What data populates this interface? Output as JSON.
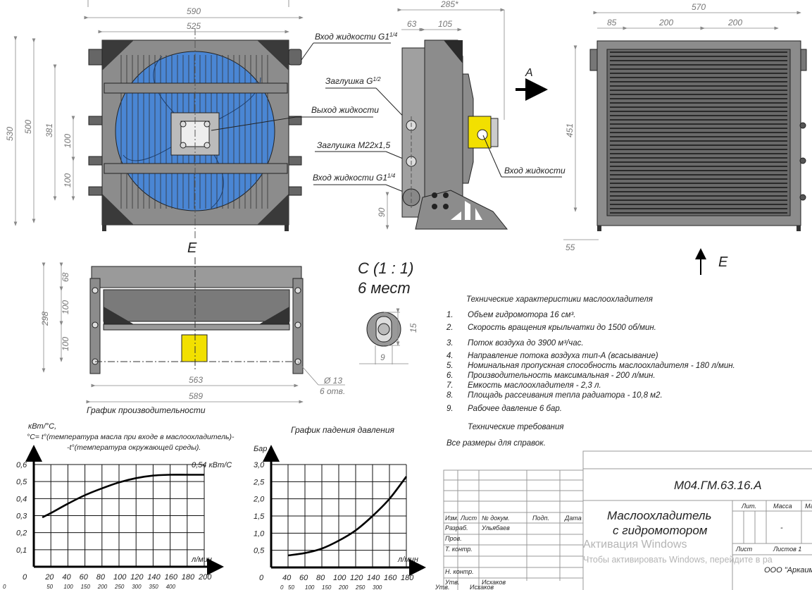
{
  "front_view": {
    "dims": {
      "overall_width": "590",
      "frame_width": "525",
      "overall_height": "530",
      "frame_height": "500",
      "port_span": "381",
      "port_step_1": "100",
      "port_step_2": "100"
    },
    "callouts": {
      "inlet_top": "Вход жидкости G1",
      "inlet_top_frac": "1/4",
      "plug_g": "Заглушка G",
      "plug_g_frac": "1/2",
      "outlet": "Выход жидкости",
      "plug_m22": "Заглушка М22х1,5",
      "inlet_bottom": "Вход жидкости G1",
      "inlet_bottom_frac": "1/4"
    }
  },
  "side_view": {
    "dims": {
      "depth": "285*",
      "core": "63",
      "fan": "105",
      "foot": "90"
    },
    "motor_callout": "Вход жидкости",
    "view_arrow": "A"
  },
  "rear_view": {
    "dims": {
      "width": "570",
      "offset": "85",
      "pitch_1": "200",
      "pitch_2": "200",
      "height": "451",
      "foot": "55"
    },
    "view_arrow": "E"
  },
  "bottom_view": {
    "title": "E",
    "dims": {
      "top": "68",
      "step_1": "100",
      "step_2": "100",
      "height": "298",
      "holes_span": "563",
      "width": "589"
    },
    "hole_note": "Ø 13",
    "hole_count": "6 отв."
  },
  "detail_c": {
    "title": "C (1 : 1)",
    "subtitle": "6 мест",
    "dim_h": "15",
    "dim_w": "9"
  },
  "specs": {
    "title": "Технические характеристики маслоохладителя",
    "items": [
      {
        "n": "1.",
        "text": "Объем гидромотора 16 см³."
      },
      {
        "n": "2.",
        "text": "Скорость вращения крыльчатки до 1500 об/мин."
      },
      {
        "n": "3.",
        "text": "Поток воздуха до 3900 м³/час."
      },
      {
        "n": "4.",
        "text": "Направление потока воздуха тип-А (всасывание)"
      },
      {
        "n": "5.",
        "text": "Номинальная пропускная способность маслоохладителя - 180 л/мин."
      },
      {
        "n": "6.",
        "text": "Производительность максимальная - 200 л/мин."
      },
      {
        "n": "7.",
        "text": "Емкость маслоохладителя - 2,3 л."
      },
      {
        "n": "8.",
        "text": "Площадь рассеивания тепла радиатора - 10,8 м2."
      },
      {
        "n": "9.",
        "text": "Рабочее давление 6 бар."
      }
    ],
    "req_title": "Технические требования",
    "req_text": "Все размеры для справок."
  },
  "title_block": {
    "code": "М04.ГМ.63.16.А",
    "name_1": "Маслоохладитель",
    "name_2": "с гидромотором",
    "cols": [
      "Изм.",
      "Лист",
      "№ докум.",
      "Подп.",
      "Дата"
    ],
    "rows": [
      {
        "role": "Разраб.",
        "name": "Ульябаев"
      },
      {
        "role": "Пров.",
        "name": ""
      },
      {
        "role": "Т. контр.",
        "name": ""
      },
      {
        "role": "",
        "name": ""
      },
      {
        "role": "Н. контр.",
        "name": ""
      },
      {
        "role": "Утв.",
        "name": "Исхаков"
      }
    ],
    "lit": "Лит.",
    "mass": "Масса",
    "scale": "Ма",
    "mass_value": "-",
    "sheet": "Лист",
    "sheets": "Листов 1",
    "company": "ООО \"Аркаим\"",
    "footer_role": "Утв.",
    "footer_name": "Исхаков"
  },
  "watermark": {
    "line_1": "Активация Windows",
    "line_2": "Чтобы активировать Windows, перейдите в ра"
  },
  "colors": {
    "fan_blue": "#3f7fce",
    "motor_yellow": "#f2e000",
    "metal": "#8c8c8c",
    "metal_dark": "#3a3a3a"
  },
  "chart_data": [
    {
      "type": "line",
      "title": "График производительности",
      "ylabel": "кВт/°С,",
      "ylabel_note_1": "°С= t°(температура масла при входе в маслоохладитель)-",
      "ylabel_note_2": "-t°(температура окружающей среды).",
      "xlabel": "л/мин",
      "annotation": "0,54 кВт/С",
      "xlim": [
        0,
        200
      ],
      "ylim": [
        0,
        0.6
      ],
      "origin_label": "0",
      "xticks": [
        20,
        40,
        60,
        80,
        100,
        120,
        140,
        160,
        180,
        200
      ],
      "xtick_labels": [
        "20",
        "40",
        "60",
        "80",
        "100",
        "120",
        "140",
        "160",
        "180",
        "200"
      ],
      "secondary_origin": "0",
      "secondary_xtick_labels": [
        "50",
        "100",
        "150",
        "200",
        "250",
        "300",
        "350",
        "400"
      ],
      "yticks": [
        0.1,
        0.2,
        0.3,
        0.4,
        0.5,
        0.6
      ],
      "ytick_labels": [
        "0,1",
        "0,2",
        "0,3",
        "0,4",
        "0,5",
        "0,6"
      ],
      "grid": true,
      "series": [
        {
          "name": "performance",
          "x": [
            10,
            20,
            40,
            60,
            80,
            100,
            120,
            140,
            160,
            180,
            200
          ],
          "y": [
            0.29,
            0.315,
            0.37,
            0.42,
            0.46,
            0.495,
            0.52,
            0.535,
            0.54,
            0.54,
            0.54
          ]
        }
      ]
    },
    {
      "type": "line",
      "title": "График падения давления",
      "ylabel": "Бар",
      "xlabel": "л/мин",
      "xlim": [
        20,
        180
      ],
      "ylim": [
        0,
        3.0
      ],
      "origin_label": "0",
      "xticks": [
        40,
        60,
        80,
        100,
        120,
        140,
        160,
        180
      ],
      "xtick_labels": [
        "40",
        "60",
        "80",
        "100",
        "120",
        "140",
        "160",
        "180"
      ],
      "secondary_origin": "0",
      "secondary_xtick_labels": [
        "50",
        "100",
        "150",
        "200",
        "250",
        "300"
      ],
      "yticks": [
        0.5,
        1.0,
        1.5,
        2.0,
        2.5,
        3.0
      ],
      "ytick_labels": [
        "0,5",
        "1,0",
        "1,5",
        "2,0",
        "2,5",
        "3,0"
      ],
      "grid": true,
      "series": [
        {
          "name": "pressure-drop",
          "x": [
            40,
            60,
            80,
            100,
            120,
            140,
            160,
            180
          ],
          "y": [
            0.35,
            0.42,
            0.55,
            0.78,
            1.08,
            1.5,
            2.0,
            2.65
          ]
        }
      ]
    }
  ]
}
